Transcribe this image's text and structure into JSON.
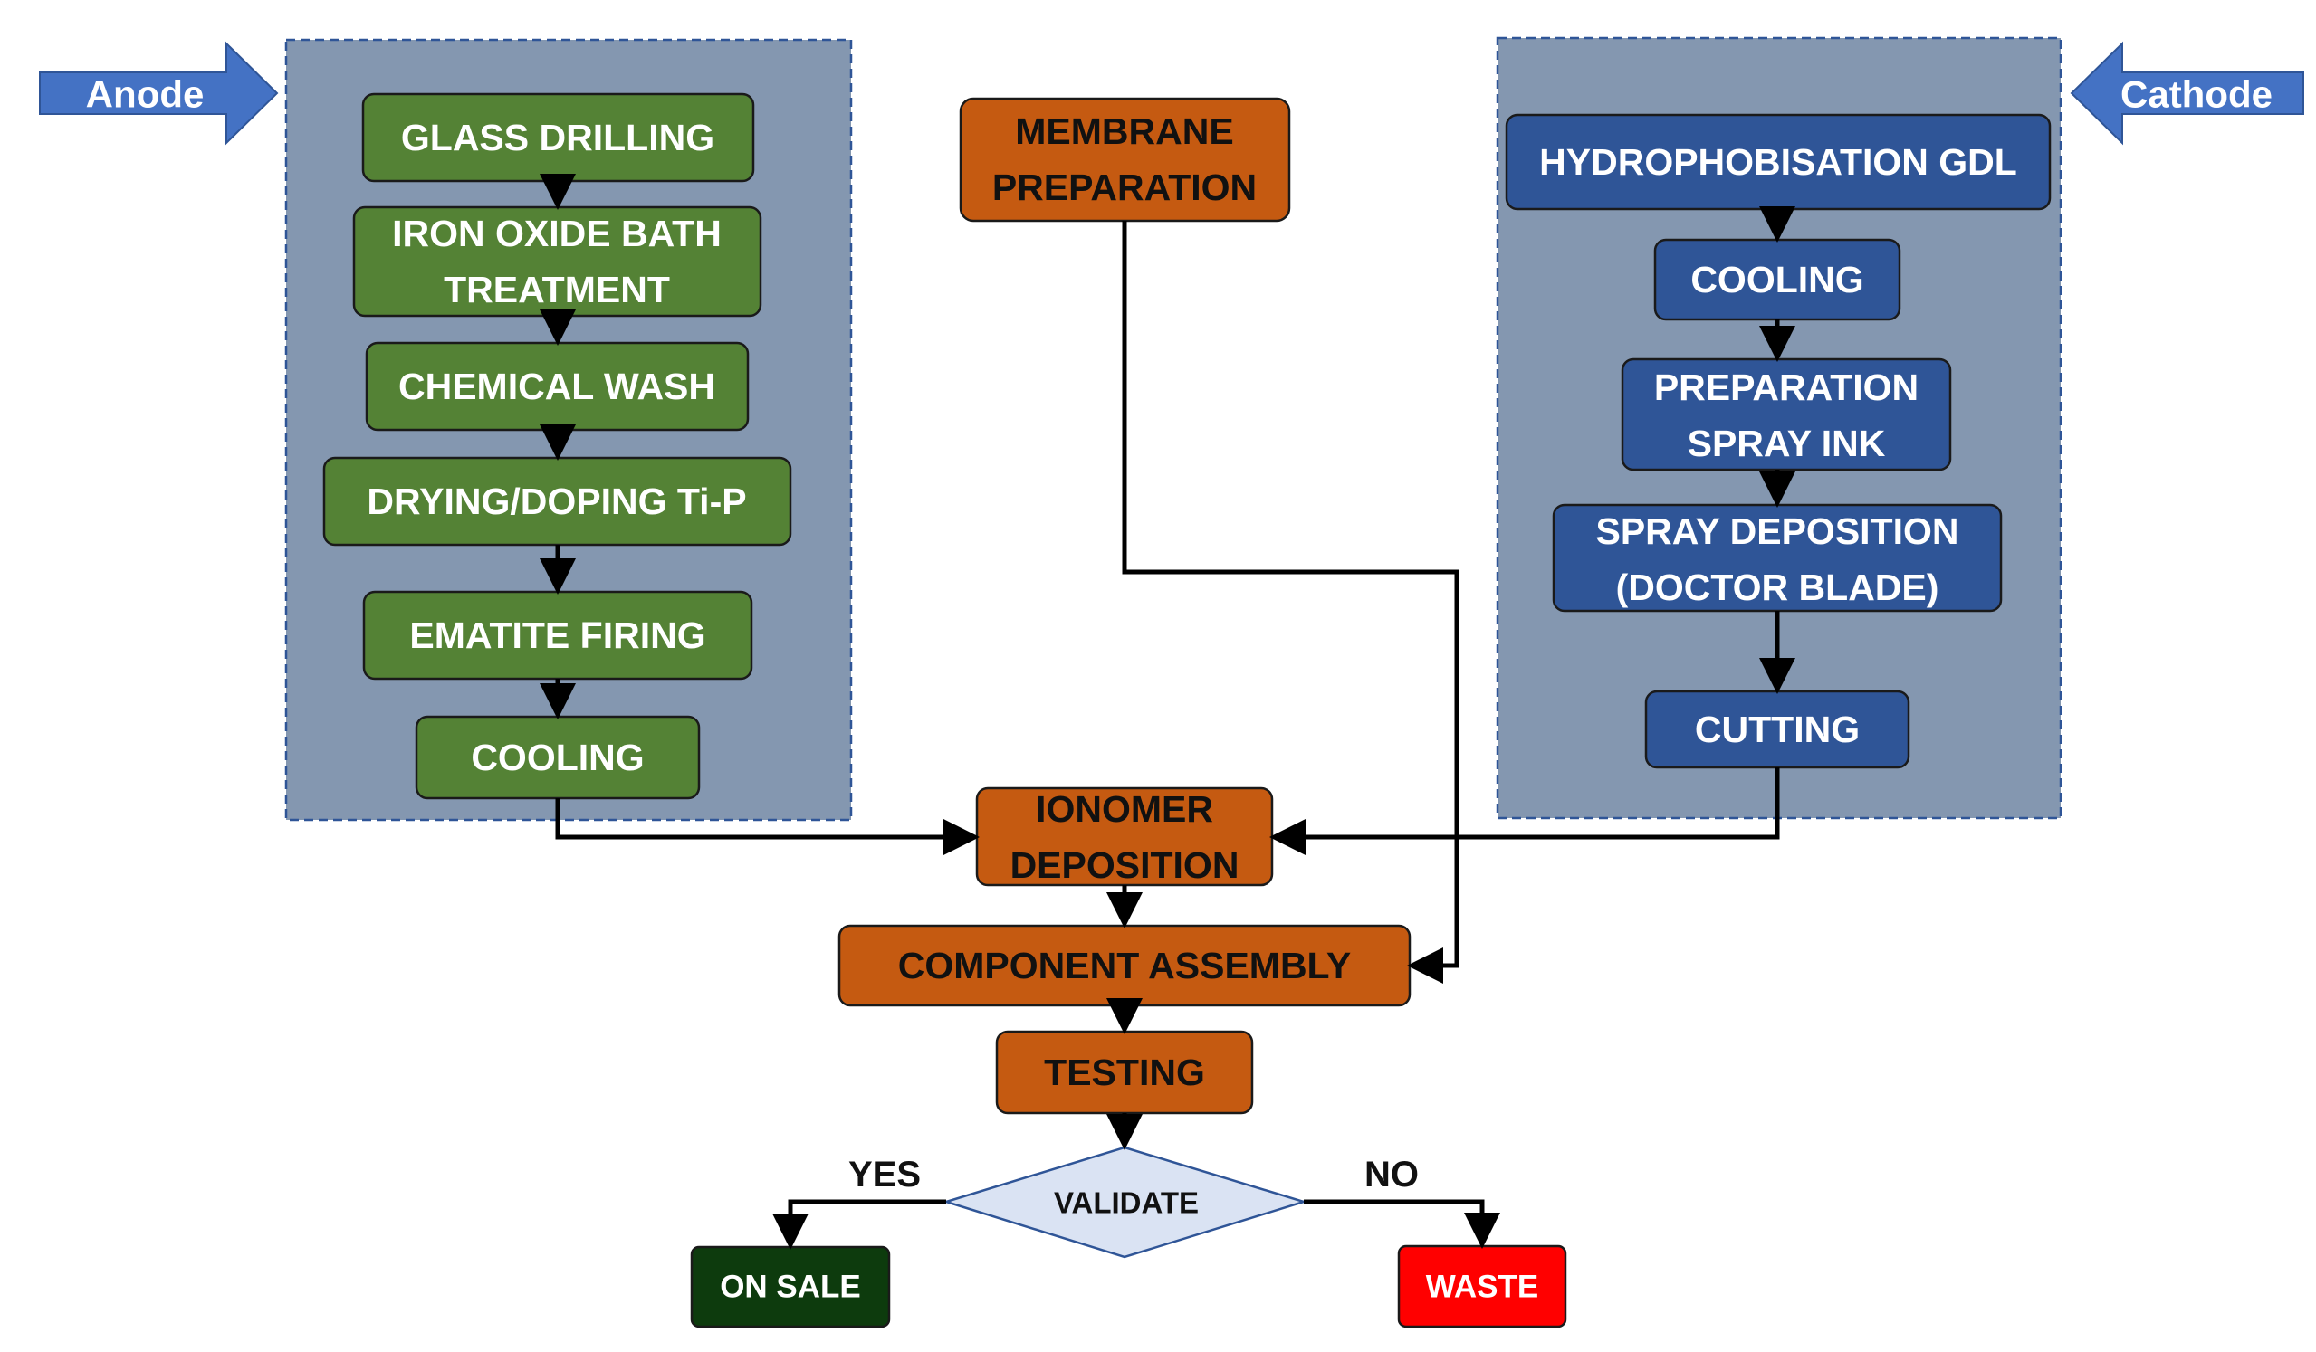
{
  "labels": {
    "anode": "Anode",
    "cathode": "Cathode",
    "yes": "YES",
    "no": "NO"
  },
  "anode_steps": [
    [
      "GLASS DRILLING"
    ],
    [
      "IRON OXIDE BATH",
      "TREATMENT"
    ],
    [
      "CHEMICAL WASH"
    ],
    [
      "DRYING/DOPING Ti-P"
    ],
    [
      "EMATITE FIRING"
    ],
    [
      "COOLING"
    ]
  ],
  "cathode_steps": [
    [
      "HYDROPHOBISATION GDL"
    ],
    [
      "COOLING"
    ],
    [
      "PREPARATION",
      "SPRAY INK"
    ],
    [
      "SPRAY DEPOSITION",
      "(DOCTOR BLADE)"
    ],
    [
      "CUTTING"
    ]
  ],
  "center_steps": {
    "membrane": [
      "MEMBRANE",
      "PREPARATION"
    ],
    "ionomer": [
      "IONOMER",
      "DEPOSITION"
    ],
    "assembly": [
      "COMPONENT ASSEMBLY"
    ],
    "testing": [
      "TESTING"
    ]
  },
  "decision": "VALIDATE",
  "outcomes": {
    "sale": "ON SALE",
    "waste": "WASTE"
  },
  "colors": {
    "anode_box": "#548235",
    "cathode_box": "#2F5597",
    "center_box": "#C55A11",
    "panel": "#8497B0",
    "arrow_shape": "#4472C4",
    "decision_fill": "#DAE3F3",
    "sale_box": "#0D3B0D",
    "waste_box": "#FF0000"
  }
}
